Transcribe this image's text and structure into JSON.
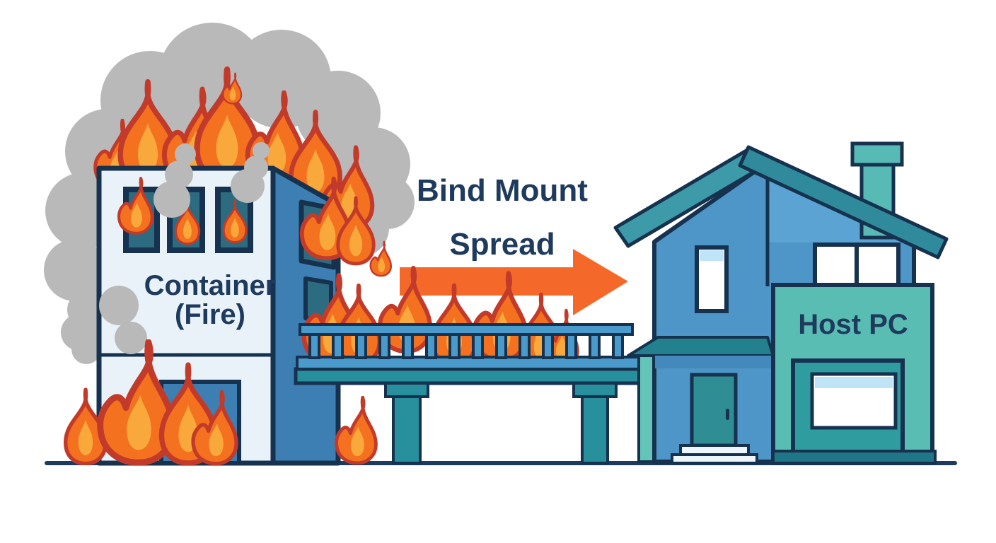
{
  "figure": {
    "type": "illustration-diagram",
    "labels": {
      "container_line1": "Container",
      "container_line2": "(Fire)",
      "arrow_line1": "Bind Mount",
      "arrow_line2": "Spread",
      "host": "Host PC"
    },
    "colors": {
      "background": "#ffffff",
      "outline_navy": "#16324f",
      "text_navy": "#1e3a5c",
      "flame_orange": "#f4711f",
      "flame_inner_yellow": "#f9a93c",
      "flame_outline_red": "#c23b2a",
      "arrow_orange": "#f4692a",
      "smoke_gray": "#b9b9ba",
      "container_front": "#e9f2f9",
      "container_side_blue": "#3d7fb2",
      "window_teal": "#2d6b80",
      "bridge_rail_blue": "#4a9acb",
      "bridge_deck_teal": "#27909c",
      "house_blue": "#4e96c8",
      "roof_teal": "#3d9aa8",
      "roof_teal_dark": "#2f8b9b",
      "chimney_teal": "#58bab4",
      "annex_teal": "#5abdb3",
      "annex_inset_teal": "#2f9da0",
      "awning_teal": "#23808f",
      "porch_column_teal": "#63c4b8",
      "steps_white": "#eef6fb",
      "window_glass_band": "#bfe3f7",
      "ground_navy": "#1d3a5f"
    }
  }
}
